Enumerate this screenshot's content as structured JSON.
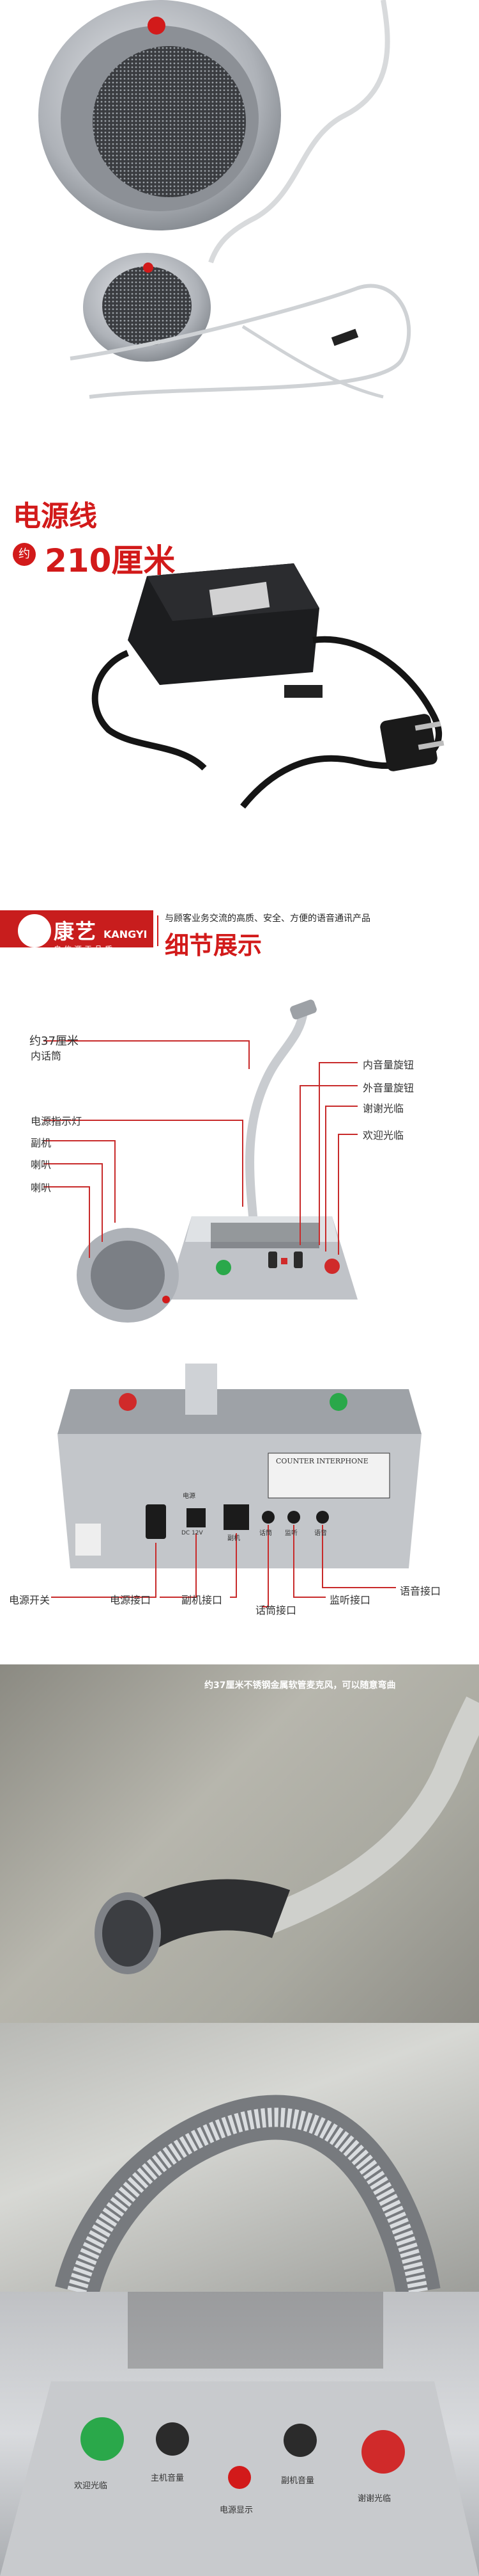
{
  "power_cord": {
    "title": "电源线",
    "approx_badge": "约",
    "length": "210厘米"
  },
  "banner": {
    "brand_cn": "康艺",
    "brand_en": "KANGYI",
    "slogan": "自信源于品质",
    "tagline": "与顾客业务交流的高质、安全、方便的语音通讯产品",
    "title": "细节展示"
  },
  "front_callouts": {
    "mic_length": "约37厘米",
    "mic_name": "内话筒",
    "power_light": "电源指示灯",
    "sub_unit": "副机",
    "speaker_1": "喇叭",
    "speaker_2": "喇叭",
    "inner_volume": "内音量旋钮",
    "outer_volume": "外音量旋钮",
    "thanks_light": "谢谢光临",
    "welcome_light": "欢迎光临"
  },
  "rear_callouts": {
    "power_switch": "电源开关",
    "power_port": "电源接口",
    "sub_port": "副机接口",
    "mic_port": "话筒接口",
    "monitor_port": "监听接口",
    "voice_port": "语音接口"
  },
  "rear_panel": {
    "label_title": "COUNTER INTERPHONE",
    "plate_power": "电源",
    "plate_dc": "DC 12V",
    "plate_sub": "副机",
    "plate_mic": "话筒",
    "plate_monitor": "监听",
    "plate_voice": "语音"
  },
  "closeup": {
    "caption": "约37厘米不锈钢金属软管麦克风，可以随意弯曲"
  },
  "bottom_panel": {
    "welcome": "欢迎光临",
    "main_volume": "主机音量",
    "power_indicator": "电源显示",
    "sub_volume": "副机音量",
    "thanks": "谢谢光临"
  },
  "colors": {
    "accent_red": "#d21a1a",
    "speaker_silver": "#b9bcc1",
    "button_green": "#2aa84a",
    "button_red": "#d02a2a"
  }
}
